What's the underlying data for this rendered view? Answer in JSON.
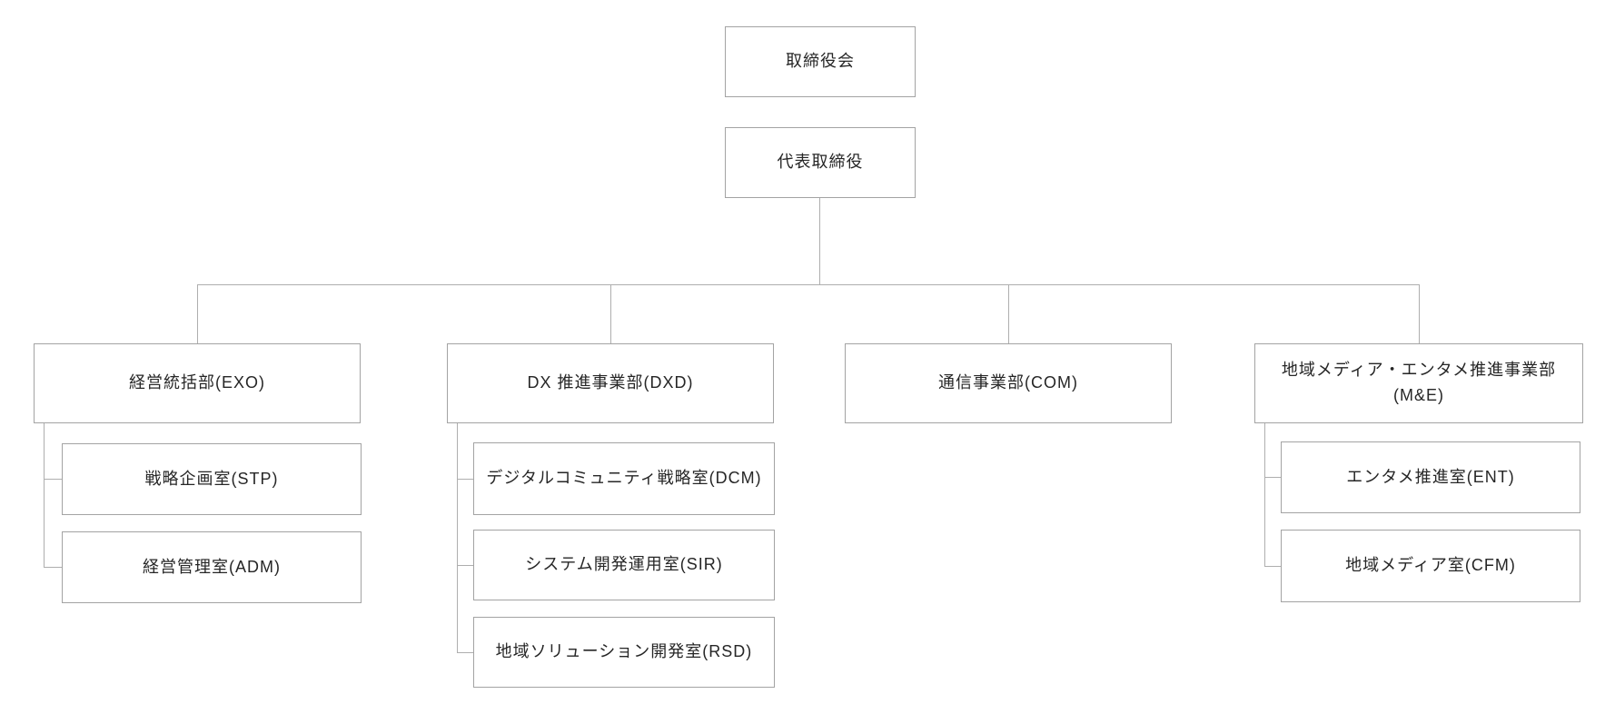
{
  "colors": {
    "background": "#ffffff",
    "box_border": "#a3a3a3",
    "connector_line": "#aeaeae",
    "text": "#262626"
  },
  "org": {
    "board": {
      "label": "取締役会"
    },
    "president": {
      "label": "代表取締役"
    },
    "departments": [
      {
        "label": "経営統括部(EXO)",
        "code": "EXO",
        "children": [
          {
            "label": "戦略企画室(STP)",
            "code": "STP"
          },
          {
            "label": "経営管理室(ADM)",
            "code": "ADM"
          }
        ]
      },
      {
        "label": "DX 推進事業部(DXD)",
        "code": "DXD",
        "children": [
          {
            "label": "デジタルコミュニティ戦略室(DCM)",
            "code": "DCM"
          },
          {
            "label": "システム開発運用室(SIR)",
            "code": "SIR"
          },
          {
            "label": "地域ソリューション開発室(RSD)",
            "code": "RSD"
          }
        ]
      },
      {
        "label": "通信事業部(COM)",
        "code": "COM",
        "children": []
      },
      {
        "label": "地域メディア・エンタメ推進事業部",
        "sublabel": "(M&E)",
        "code": "M&E",
        "children": [
          {
            "label": "エンタメ推進室(ENT)",
            "code": "ENT"
          },
          {
            "label": "地域メディア室(CFM)",
            "code": "CFM"
          }
        ]
      }
    ]
  }
}
